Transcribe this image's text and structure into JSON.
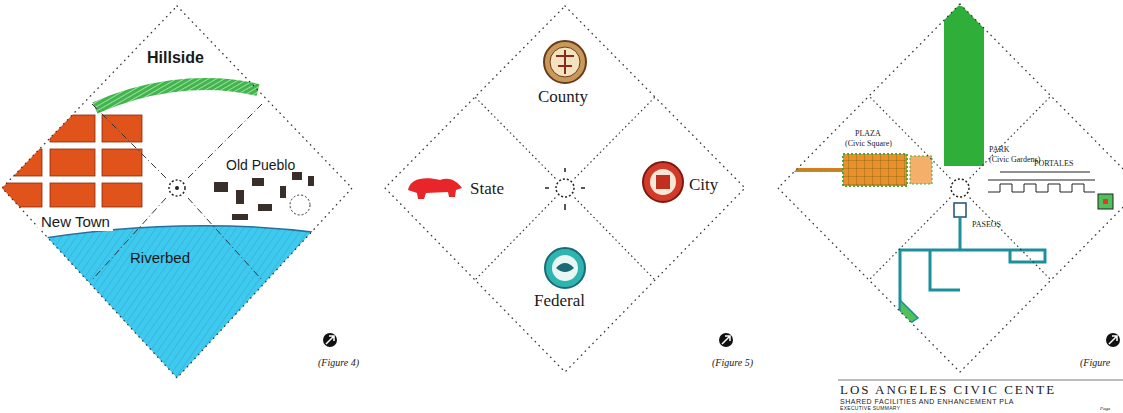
{
  "diagram": {
    "labels": [
      "Hillside",
      "Old Pueblo",
      "New Town",
      "Riverbed",
      "(Figure 4)",
      "County",
      "State",
      "City",
      "Federal",
      "(Figure 5)",
      "PARK",
      "(Civic Gardens)",
      "PLAZA",
      "(Civic Square)",
      "PORTALES",
      "PASEOS",
      "(Figure",
      "LOS ANGELES CIVIC CENTE",
      "SHARED FACILITIES AND ENHANCEMENT PLA",
      "EXECUTIVE SUMMARY",
      "Page"
    ]
  }
}
